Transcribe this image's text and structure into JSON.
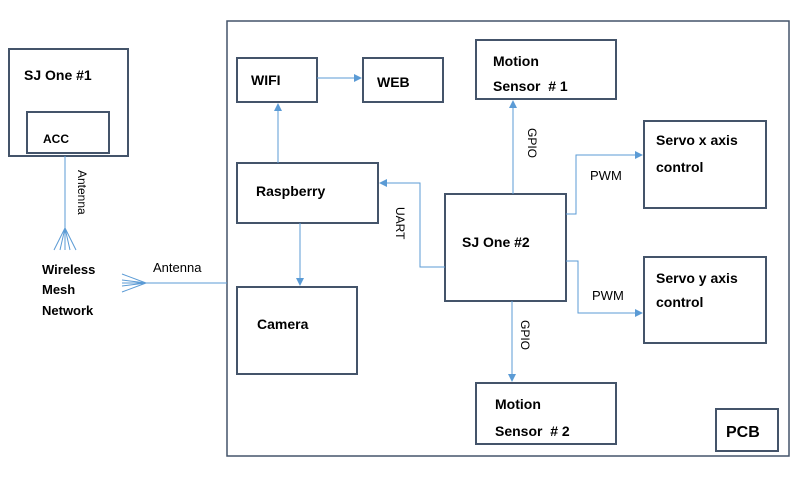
{
  "blocks": {
    "sj1_title": "SJ One #1",
    "sj1_acc": "ACC",
    "wifi": "WIFI",
    "web": "WEB",
    "motion1_line1": "Motion",
    "motion1_line2": "Sensor  # 1",
    "raspberry": "Raspberry",
    "sj2": "SJ One #2",
    "servo_x_line1": "Servo x axis",
    "servo_x_line2": "control",
    "servo_y_line1": "Servo y axis",
    "servo_y_line2": "control",
    "camera": "Camera",
    "motion2_line1": "Motion",
    "motion2_line2": "Sensor  # 2",
    "pcb": "PCB"
  },
  "labels": {
    "antenna_vertical": "Antenna",
    "antenna_horizontal": "Antenna",
    "wireless_line1": "Wireless",
    "wireless_line2": "Mesh",
    "wireless_line3": "Network",
    "gpio_top": "GPIO",
    "gpio_bottom": "GPIO",
    "uart": "UART",
    "pwm_top": "PWM",
    "pwm_bottom": "PWM"
  },
  "colors": {
    "box_border": "#44546a",
    "connector": "#5b9bd5",
    "text": "#000000"
  }
}
